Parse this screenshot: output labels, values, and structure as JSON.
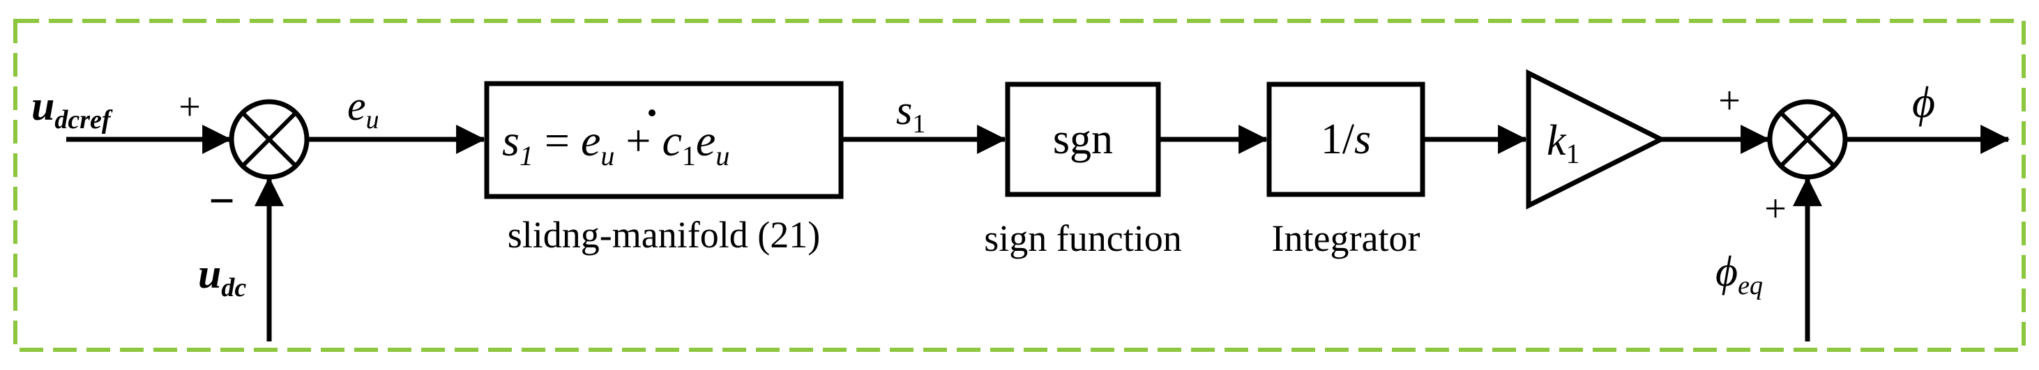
{
  "colors": {
    "frame": "#8dc63f",
    "line": "#000000"
  },
  "inputs": {
    "ref_sym": "u",
    "ref_sub": "dcref",
    "meas_sym": "u",
    "meas_sub": "dc",
    "eq_sym": "ϕ",
    "eq_sub": "eq"
  },
  "signs": {
    "sum1_ref": "+",
    "sum1_meas": "−",
    "sum2_k": "+",
    "sum2_eq": "+"
  },
  "signals": {
    "error_sym": "e",
    "error_sub": "u",
    "s_sym": "s",
    "s_sub": "1",
    "output": "ϕ"
  },
  "blocks": {
    "manifold": {
      "eq_s": "s",
      "eq_s_sub": "1",
      "eq_equals": " = ",
      "eq_e": "e",
      "eq_e_sub": "u",
      "eq_plus": " + ",
      "eq_c": "c",
      "eq_c_sub": "1",
      "eq_e2": "e",
      "eq_e2_sub": "u",
      "caption": "slidng-manifold (21)"
    },
    "sign": {
      "label": "sgn",
      "caption": "sign function"
    },
    "integrator": {
      "label_num": "1/",
      "label_var": "s",
      "caption": "Integrator"
    },
    "gain": {
      "sym": "k",
      "sub": "1"
    }
  }
}
